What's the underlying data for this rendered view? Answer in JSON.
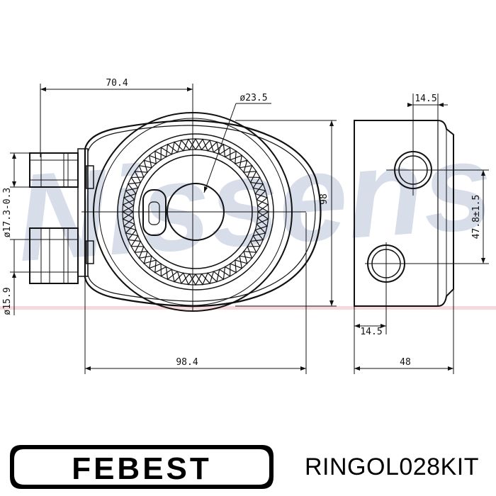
{
  "watermark": {
    "text": "Nissens",
    "color": "#b9c2d9",
    "stripe_color": "#f1b9c2"
  },
  "dimensions": {
    "top_width": "70.4",
    "inner_diameter": "ø23.5",
    "height": "98",
    "overall_width": "98.4",
    "upper_port": "ø17.3-0.3",
    "lower_port": "ø15.9",
    "side_top_offset": "14.5",
    "side_bottom_offset": "14.5",
    "port_spacing": "47.8±1.5",
    "side_depth": "48"
  },
  "brand": {
    "logo_text": "FEBEST",
    "part_number": "RINGOL028KIT"
  }
}
